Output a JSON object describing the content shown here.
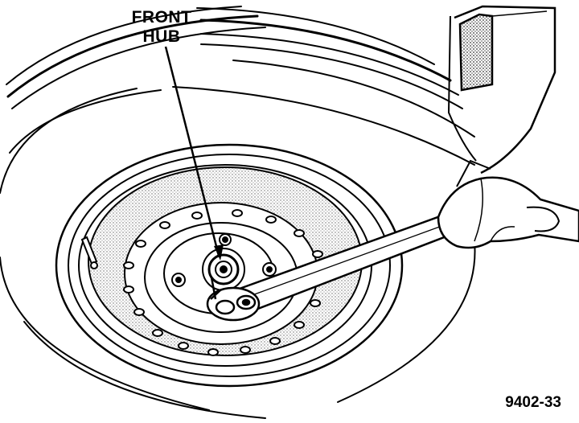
{
  "callout": {
    "line1": "FRONT",
    "line2": "HUB"
  },
  "figure_number": "9402-33",
  "parts": {
    "tire": "tire-outline",
    "wheel": "steel-wheel-rim",
    "hub": "front-hub",
    "wrench": "socket-wrench",
    "hand": "hand",
    "fender": "fender-well"
  },
  "colors": {
    "ink": "#000000",
    "paper": "#ffffff",
    "stipple": "#b8b8b8"
  }
}
